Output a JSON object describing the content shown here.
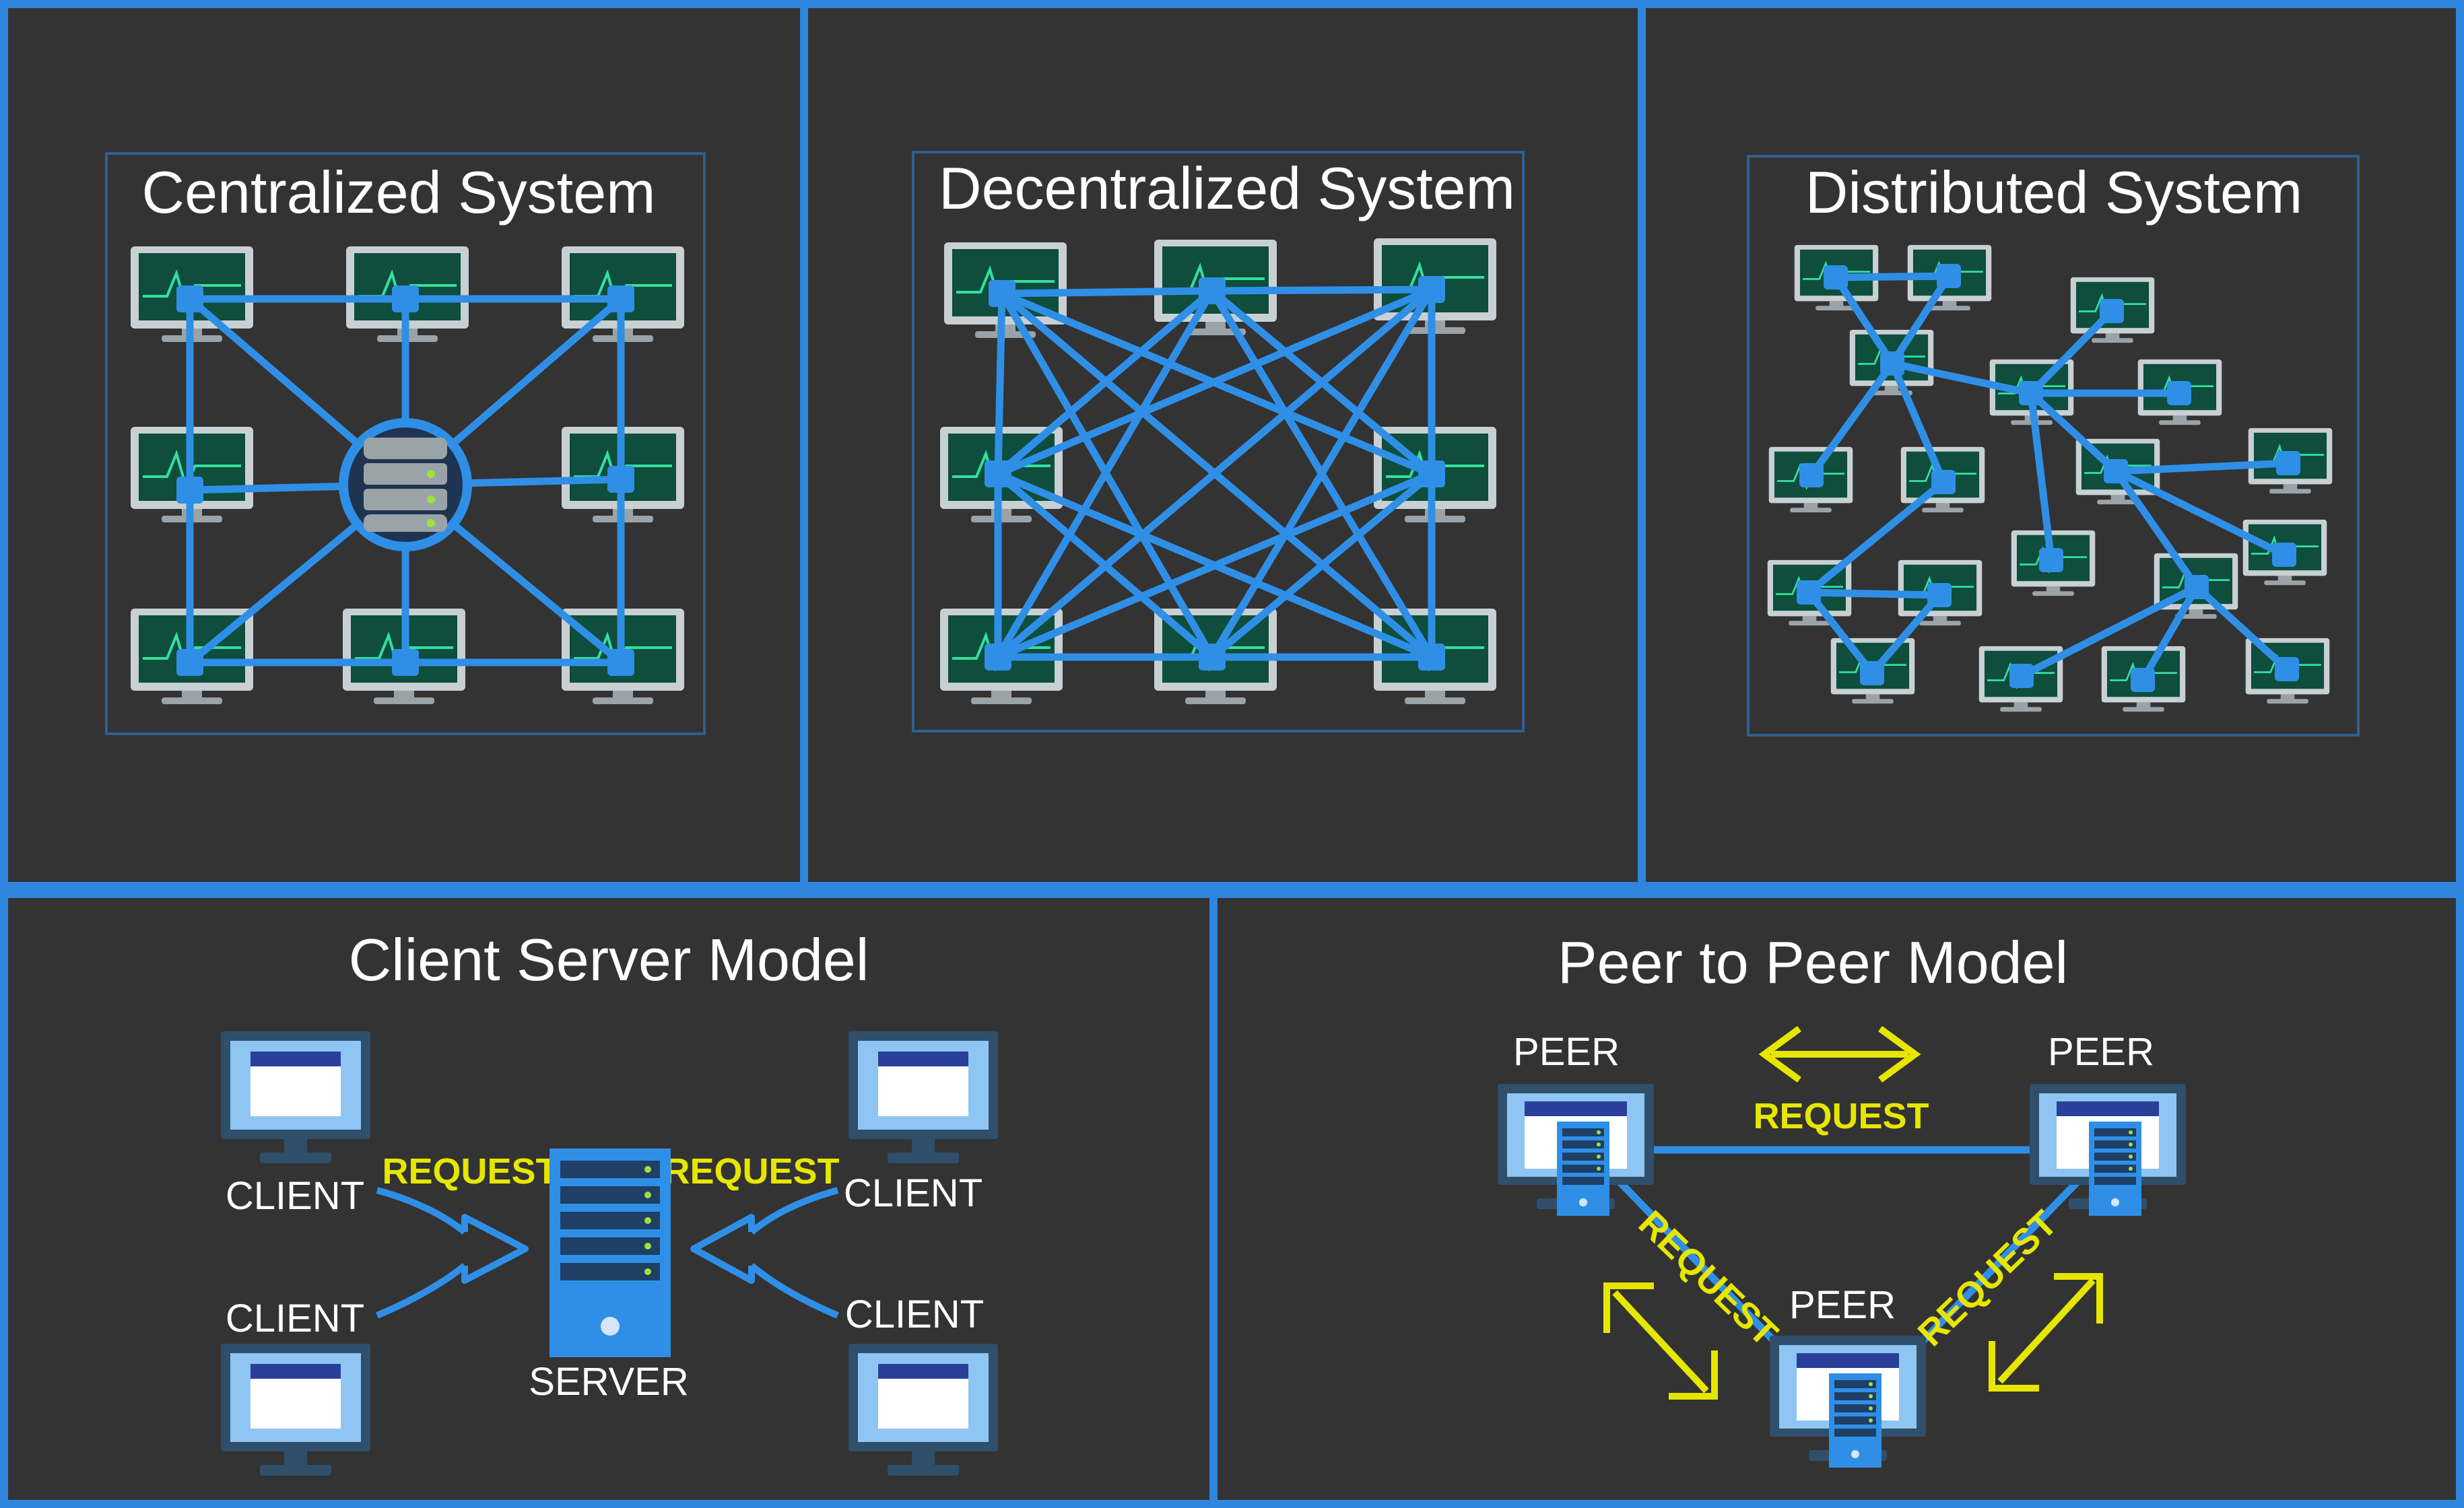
{
  "panels": {
    "centralized": {
      "title": "Centralized System"
    },
    "decentralized": {
      "title": "Decentralized System"
    },
    "distributed": {
      "title": "Distributed System"
    },
    "client_server": {
      "title": "Client Server Model",
      "client_label": "CLIENT",
      "server_label": "SERVER",
      "request_label": "REQUEST"
    },
    "p2p": {
      "title": "Peer to Peer Model",
      "peer_label": "PEER",
      "request_label": "REQUEST"
    }
  },
  "colors": {
    "background": "#333333",
    "accent_blue": "#2e86de",
    "request_yellow": "#e6e600",
    "monitor_green": "#0f4d3c",
    "monitor_frame": "#c8d0d4"
  },
  "icons": [
    "monitor-icon",
    "database-icon",
    "server-icon",
    "arrow-icon",
    "double-arrow-icon"
  ]
}
